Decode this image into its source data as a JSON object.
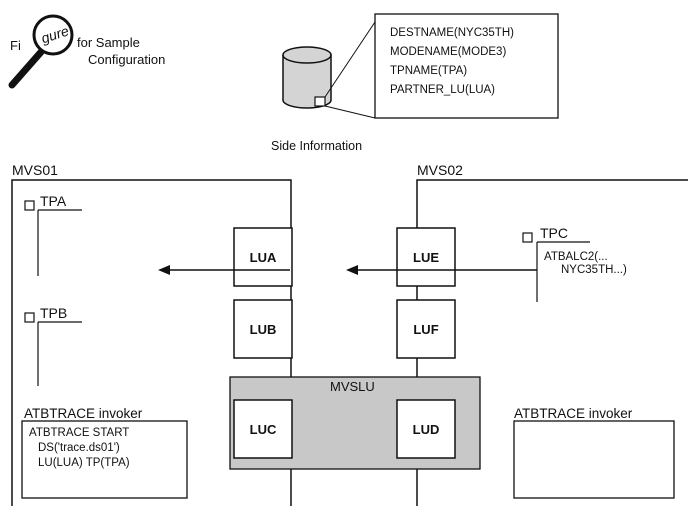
{
  "figure_callout": {
    "icon_text": "gure",
    "prefix": "Fi",
    "line1": "for  Sample",
    "line2": "Configuration"
  },
  "side_info": {
    "lines": [
      "DESTNAME(NYC35TH)",
      "MODENAME(MODE3)",
      "TPNAME(TPA)",
      "PARTNER_LU(LUA)"
    ],
    "caption": "Side Information"
  },
  "systems": {
    "left": "MVS01",
    "right": "MVS02",
    "shared": "MVSLU"
  },
  "programs": {
    "tpa": "TPA",
    "tpb": "TPB",
    "tpc": "TPC",
    "tpc_call_1": "ATBALC2(...",
    "tpc_call_2": "NYC35TH...)"
  },
  "lus": {
    "lua": "LUA",
    "lub": "LUB",
    "luc": "LUC",
    "lud": "LUD",
    "lue": "LUE",
    "luf": "LUF"
  },
  "invokers": {
    "left_title": "ATBTRACE invoker",
    "left_cmd": [
      "ATBTRACE START",
      "DS('trace.ds01')",
      "LU(LUA) TP(TPA)"
    ],
    "right_title": "ATBTRACE invoker"
  },
  "colors": {
    "ink": "#111111",
    "mvslu_fill": "#c8c8c8",
    "box_fill": "#ffffff",
    "cylinder_fill": "#d4d4d4"
  }
}
